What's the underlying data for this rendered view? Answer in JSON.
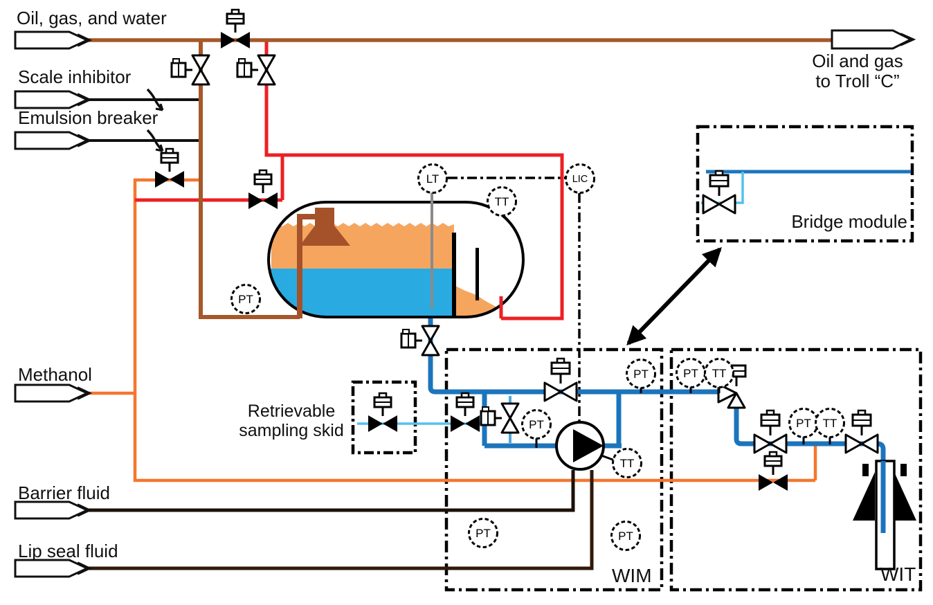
{
  "streams": {
    "oil_gas_water": "Oil, gas, and water",
    "scale_inhibitor": "Scale inhibitor",
    "emulsion_breaker": "Emulsion breaker",
    "methanol": "Methanol",
    "barrier_fluid": "Barrier fluid",
    "lip_seal_fluid": "Lip seal fluid"
  },
  "outlet": {
    "line1": "Oil and gas",
    "line2": "to Troll “C”"
  },
  "modules": {
    "bridge_module": "Bridge module",
    "sampling_skid_line1": "Retrievable",
    "sampling_skid_line2": "sampling skid",
    "wim": "WIM",
    "wit": "WIT"
  },
  "tags": {
    "pt": "PT",
    "tt": "TT",
    "lt": "LT",
    "lic": "LIC"
  },
  "colors": {
    "oil_gas_line": "#A5582A",
    "oil_recycle_line": "#EC2024",
    "methanol_line": "#F4772F",
    "water_line": "#1C75BC",
    "sample_line": "#54C2EE",
    "oil_phase": "#F6A55F",
    "water_phase": "#29ABE2",
    "barrier_fluid_line": "#1C1008",
    "lip_seal_fluid_line": "#30190B"
  }
}
